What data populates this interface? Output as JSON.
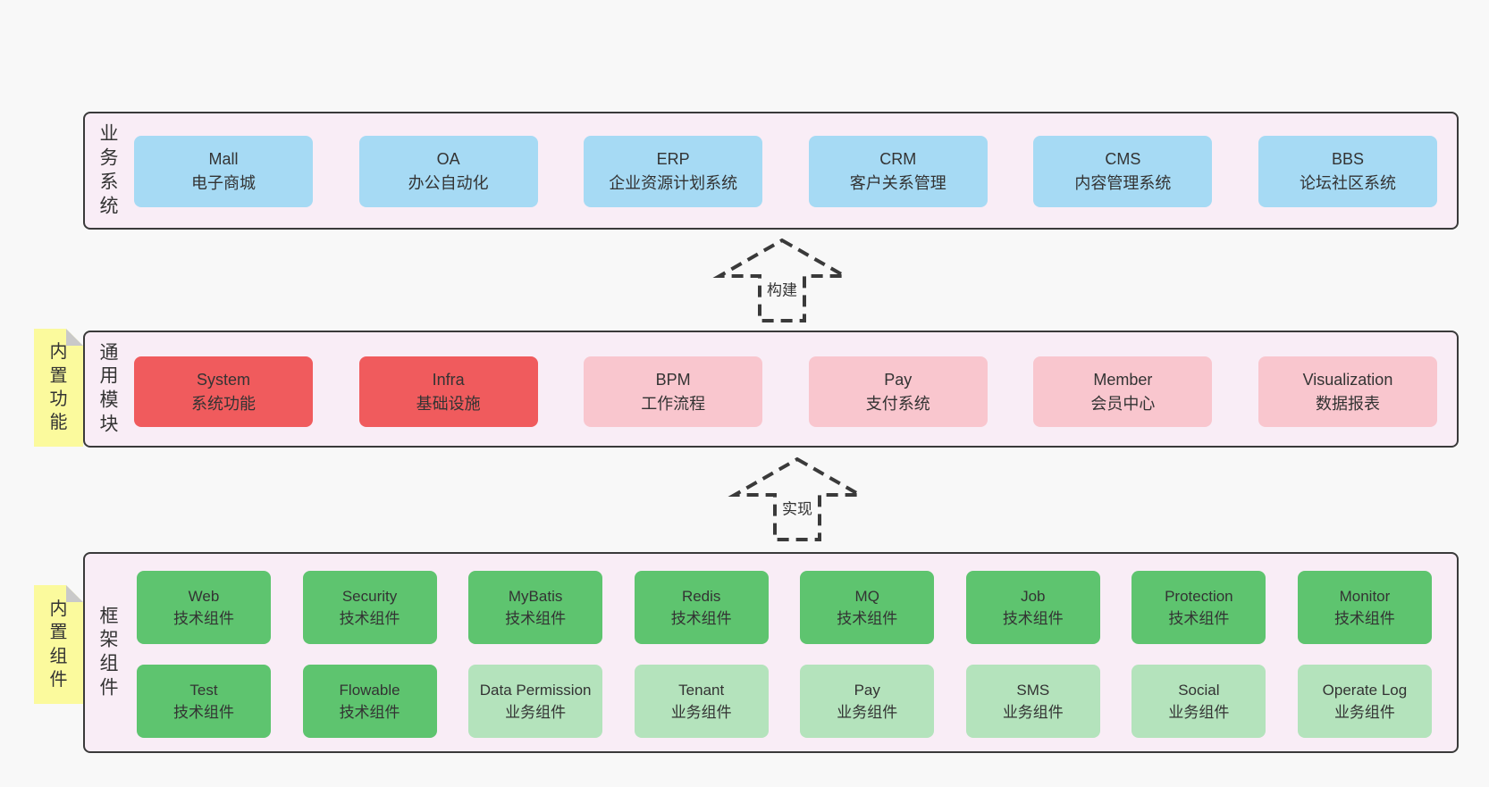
{
  "diagram": {
    "colors": {
      "page_bg": "#f8f8f8",
      "panel_bg": "#f9edf6",
      "panel_border": "#3a3a3a",
      "blue": "#a6daf4",
      "red": "#f05b5d",
      "pink": "#f9c6ce",
      "green": "#5ec46f",
      "lightgreen": "#b4e3bc",
      "note_bg": "#fbfa9d",
      "note_fold": "#c9c9c9",
      "text": "#333333"
    },
    "arrows": [
      {
        "label": "构建"
      },
      {
        "label": "实现"
      }
    ],
    "layers": [
      {
        "id": "business",
        "side_label": "业务系统",
        "rows": [
          [
            {
              "title": "Mall",
              "subtitle": "电子商城",
              "variant": "blue"
            },
            {
              "title": "OA",
              "subtitle": "办公自动化",
              "variant": "blue"
            },
            {
              "title": "ERP",
              "subtitle": "企业资源计划系统",
              "variant": "blue"
            },
            {
              "title": "CRM",
              "subtitle": "客户关系管理",
              "variant": "blue"
            },
            {
              "title": "CMS",
              "subtitle": "内容管理系统",
              "variant": "blue"
            },
            {
              "title": "BBS",
              "subtitle": "论坛社区系统",
              "variant": "blue"
            }
          ]
        ]
      },
      {
        "id": "modules",
        "side_label": "通用模块",
        "note": "内置功能",
        "rows": [
          [
            {
              "title": "System",
              "subtitle": "系统功能",
              "variant": "red"
            },
            {
              "title": "Infra",
              "subtitle": "基础设施",
              "variant": "red"
            },
            {
              "title": "BPM",
              "subtitle": "工作流程",
              "variant": "pink"
            },
            {
              "title": "Pay",
              "subtitle": "支付系统",
              "variant": "pink"
            },
            {
              "title": "Member",
              "subtitle": "会员中心",
              "variant": "pink"
            },
            {
              "title": "Visualization",
              "subtitle": "数据报表",
              "variant": "pink"
            }
          ]
        ]
      },
      {
        "id": "components",
        "side_label": "框架组件",
        "note": "内置组件",
        "rows": [
          [
            {
              "title": "Web",
              "subtitle": "技术组件",
              "variant": "green"
            },
            {
              "title": "Security",
              "subtitle": "技术组件",
              "variant": "green"
            },
            {
              "title": "MyBatis",
              "subtitle": "技术组件",
              "variant": "green"
            },
            {
              "title": "Redis",
              "subtitle": "技术组件",
              "variant": "green"
            },
            {
              "title": "MQ",
              "subtitle": "技术组件",
              "variant": "green"
            },
            {
              "title": "Job",
              "subtitle": "技术组件",
              "variant": "green"
            },
            {
              "title": "Protection",
              "subtitle": "技术组件",
              "variant": "green"
            },
            {
              "title": "Monitor",
              "subtitle": "技术组件",
              "variant": "green"
            }
          ],
          [
            {
              "title": "Test",
              "subtitle": "技术组件",
              "variant": "green"
            },
            {
              "title": "Flowable",
              "subtitle": "技术组件",
              "variant": "green"
            },
            {
              "title": "Data Permission",
              "subtitle": "业务组件",
              "variant": "lightgreen"
            },
            {
              "title": "Tenant",
              "subtitle": "业务组件",
              "variant": "lightgreen"
            },
            {
              "title": "Pay",
              "subtitle": "业务组件",
              "variant": "lightgreen"
            },
            {
              "title": "SMS",
              "subtitle": "业务组件",
              "variant": "lightgreen"
            },
            {
              "title": "Social",
              "subtitle": "业务组件",
              "variant": "lightgreen"
            },
            {
              "title": "Operate Log",
              "subtitle": "业务组件",
              "variant": "lightgreen"
            }
          ]
        ]
      }
    ]
  }
}
